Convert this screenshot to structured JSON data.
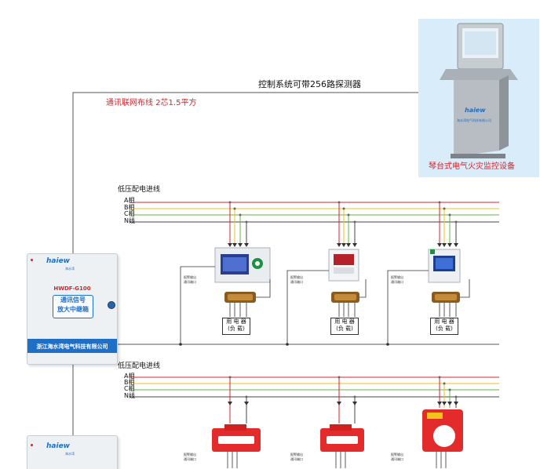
{
  "texts": {
    "system_capacity": "控制系统可带256路探测器",
    "wiring_note": "通讯联网布线 2芯1.5平方",
    "terminal_caption": "琴台式电气火灾监控设备",
    "section_title": "低压配电进线",
    "phase_a": "A相",
    "phase_b": "B相",
    "phase_c": "C相",
    "phase_n": "N线",
    "load_line1": "用 电 器",
    "load_line2": "(负 载)",
    "small_label1": "报警输出",
    "small_label2": "通讯端口"
  },
  "box": {
    "brand": "haiew",
    "brand_sub": "海水湾",
    "model": "HWDF-G100",
    "name_line1": "通讯信号",
    "name_line2": "放大中继箱",
    "company": "浙江海水湾电气科技有限公司"
  },
  "terminal": {
    "brand": "haiew",
    "screen_company": "海水湾电气科技有限公司"
  },
  "colors": {
    "phase_a": "#d8232a",
    "phase_b": "#e8c21f",
    "phase_c": "#5fb544",
    "phase_n": "#444444",
    "accent_red": "#d8232a",
    "brand_blue": "#1e6fc6",
    "sensor_red": "#e42b2b"
  }
}
